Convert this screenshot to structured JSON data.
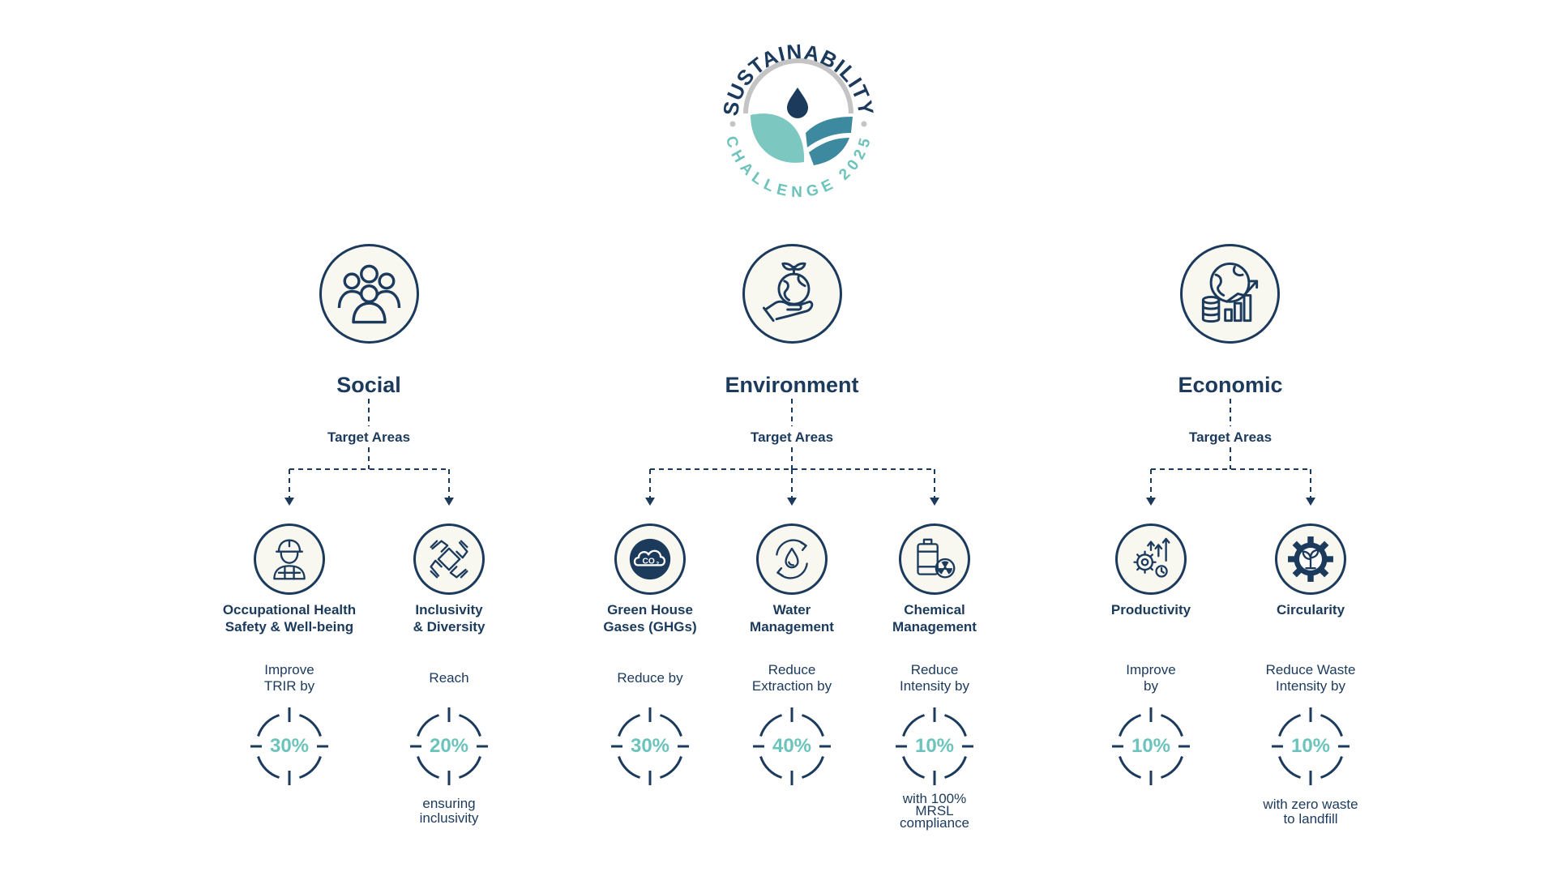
{
  "logo": {
    "top_text": "SUSTAINABILITY",
    "bottom_text": "CHALLENGE 2025",
    "colors": {
      "navy": "#1b3a5c",
      "teal_light": "#7cc7c0",
      "teal_dark": "#3d8aa0",
      "gray": "#c4c4c4"
    }
  },
  "colors": {
    "navy": "#1b3a5c",
    "teal": "#6cc3bb",
    "icon_bg": "#f8f7f0"
  },
  "pillars": [
    {
      "title": "Social",
      "target_label": "Target Areas",
      "icon": "people-group-icon",
      "areas": [
        {
          "label_lines": [
            "Occupational Health",
            "Safety & Well-being"
          ],
          "icon": "worker-hardhat-icon",
          "action_lines": [
            "Improve",
            "TRIR by"
          ],
          "percent": "30%",
          "note_lines": []
        },
        {
          "label_lines": [
            "Inclusivity",
            "& Diversity"
          ],
          "icon": "joined-hands-icon",
          "action_lines": [
            "Reach"
          ],
          "percent": "20%",
          "note_lines": [
            "ensuring",
            "inclusivity"
          ]
        }
      ]
    },
    {
      "title": "Environment",
      "target_label": "Target Areas",
      "icon": "earth-in-hand-icon",
      "areas": [
        {
          "label_lines": [
            "Green House",
            "Gases (GHGs)"
          ],
          "icon": "co2-cloud-icon",
          "action_lines": [
            "Reduce by"
          ],
          "percent": "30%",
          "note_lines": []
        },
        {
          "label_lines": [
            "Water",
            "Management"
          ],
          "icon": "water-cycle-icon",
          "action_lines": [
            "Reduce",
            "Extraction by"
          ],
          "percent": "40%",
          "note_lines": []
        },
        {
          "label_lines": [
            "Chemical",
            "Management"
          ],
          "icon": "chemical-barrel-icon",
          "action_lines": [
            "Reduce",
            "Intensity by"
          ],
          "percent": "10%",
          "note_lines": [
            "with 100%",
            "MRSL",
            "compliance"
          ]
        }
      ]
    },
    {
      "title": "Economic",
      "target_label": "Target Areas",
      "icon": "globe-coins-growth-icon",
      "areas": [
        {
          "label_lines": [
            "Productivity"
          ],
          "icon": "gears-growth-icon",
          "action_lines": [
            "Improve",
            "by"
          ],
          "percent": "10%",
          "note_lines": []
        },
        {
          "label_lines": [
            "Circularity"
          ],
          "icon": "gear-sprout-icon",
          "action_lines": [
            "Reduce Waste",
            "Intensity by"
          ],
          "percent": "10%",
          "note_lines": [
            "with zero waste",
            "to landfill"
          ]
        }
      ]
    }
  ]
}
